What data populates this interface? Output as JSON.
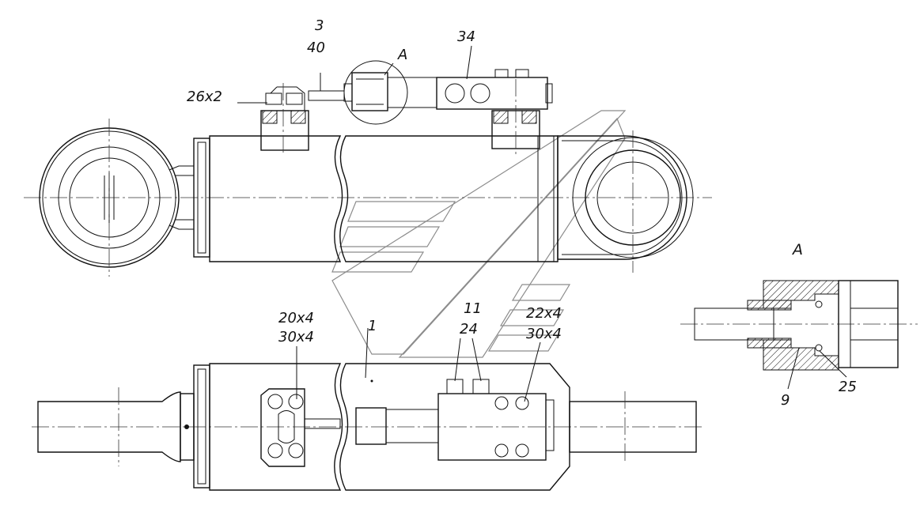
{
  "callouts": {
    "item_3": "3",
    "item_40": "40",
    "view_A_marker": "A",
    "item_34": "34",
    "item_26x2": "26x2",
    "view_A_title": "A",
    "item_20x4": "20x4",
    "item_30x4_left": "30x4",
    "item_1": "1",
    "item_11": "11",
    "item_24": "24",
    "item_22x4": "22x4",
    "item_30x4_right": "30x4",
    "item_9": "9",
    "item_25": "25"
  }
}
